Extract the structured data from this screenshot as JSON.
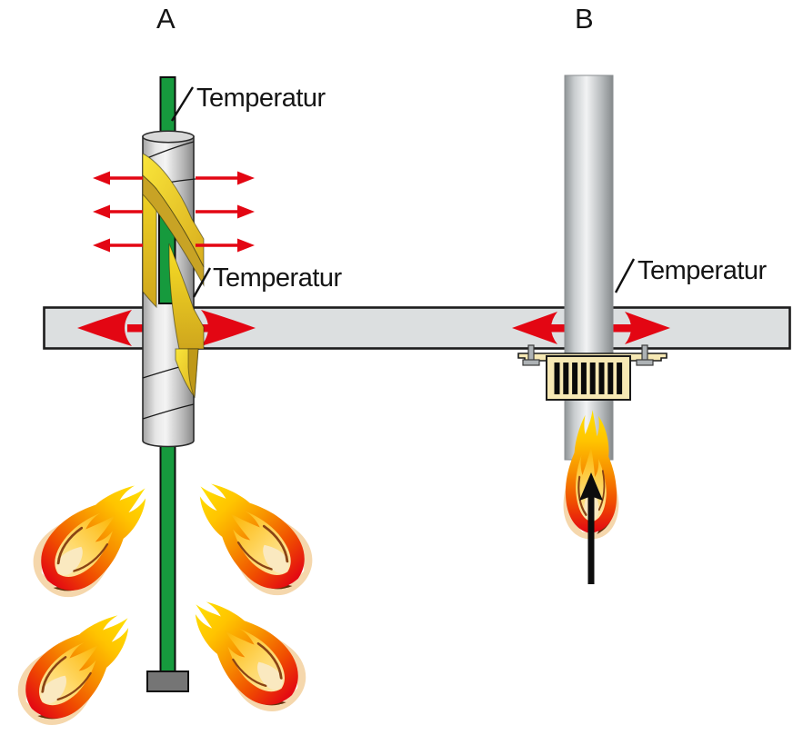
{
  "figure": {
    "description": "Two-panel technical diagram of pipe penetrations through a floor slab under fire exposure",
    "panels": {
      "a": {
        "label": "A",
        "sensor_label_top": "Temperatur",
        "sensor_label_mid": "Temperatur"
      },
      "b": {
        "label": "B",
        "sensor_label": "Temperatur"
      }
    }
  },
  "icons": {
    "flame-icon": "stylized cartoon fire with yellow tongues, orange body, red base",
    "heat-arrow-icon": "thin red horizontal arrow radiating outward",
    "expansion-arrow-icon": "large red arrow with concave swept head inside slab",
    "airflow-arrow-icon": "black vertical arrow pointing up into pipe",
    "grille-icon": "cream box with 8 black vertical slats",
    "bolt-icon": "gray threaded stud with T-head"
  },
  "colors": {
    "arrow_red": "#e30613",
    "sensor_green": "#169a3d",
    "insulation_yellow": "#f6dd2e",
    "insulation_gold": "#cfa61d",
    "slab_gray": "#dcdfe0",
    "metal_light": "#f2f2f2",
    "metal_dark": "#8c8c8c",
    "grille_cream": "#f6e8b4",
    "flame_yellow": "#ffe100",
    "flame_orange": "#f78f00",
    "flame_red": "#e30613",
    "flame_brown": "#6b3410",
    "flame_shadow_tan": "#f2cd97",
    "outline_ink": "#1c1c1c"
  }
}
